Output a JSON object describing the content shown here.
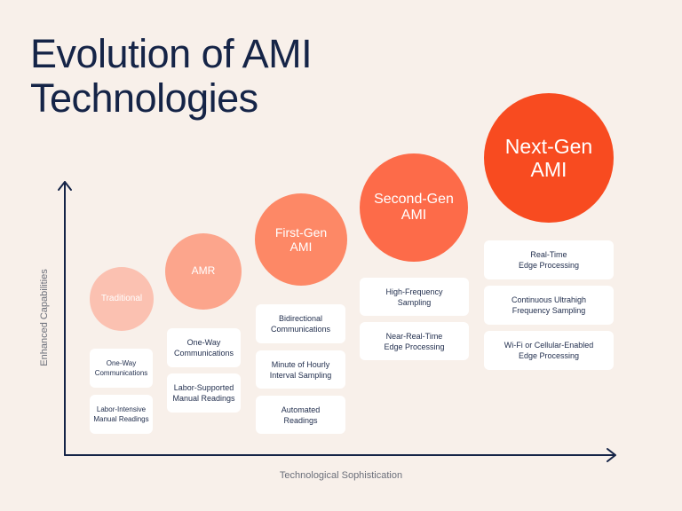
{
  "title": {
    "line1": "Evolution of AMI",
    "line2": "Technologies"
  },
  "axes": {
    "y_label": "Enhanced Capabilities",
    "x_label": "Technological Sophistication"
  },
  "stages": [
    {
      "name": "Traditional",
      "color": "#fbc1b1",
      "features": [
        "One-Way\nCommunications",
        "Labor-Intensive\nManual Readings"
      ]
    },
    {
      "name": "AMR",
      "color": "#fca58c",
      "features": [
        "One-Way\nCommunications",
        "Labor-Supported\nManual Readings"
      ]
    },
    {
      "name": "First-Gen\nAMI",
      "color": "#fd8866",
      "features": [
        "Bidirectional\nCommunications",
        "Minute of Hourly\nInterval Sampling",
        "Automated\nReadings"
      ]
    },
    {
      "name": "Second-Gen\nAMI",
      "color": "#fd6b49",
      "features": [
        "High-Frequency\nSampling",
        "Near-Real-Time\nEdge Processing"
      ]
    },
    {
      "name": "Next-Gen\nAMI",
      "color": "#f84b20",
      "features": [
        "Real-Time\nEdge Processing",
        "Continuous Ultrahigh\nFrequency Sampling",
        "Wi-Fi or Cellular-Enabled\nEdge Processing"
      ]
    }
  ]
}
